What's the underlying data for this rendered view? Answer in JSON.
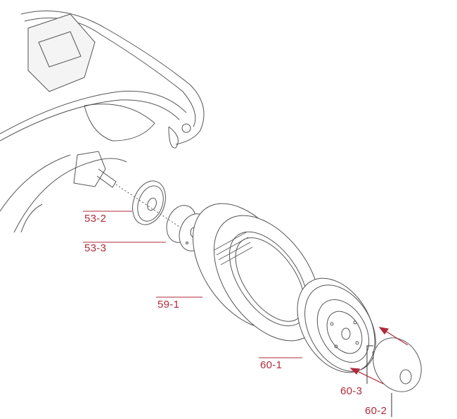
{
  "diagram": {
    "type": "exploded parts view - rear wheel assembly",
    "label_color": "#b02a3a",
    "line_color": "#555555",
    "parts": [
      {
        "id": "53-2"
      },
      {
        "id": "53-3"
      },
      {
        "id": "59-1"
      },
      {
        "id": "60-1"
      },
      {
        "id": "60-3"
      },
      {
        "id": "60-2"
      }
    ]
  }
}
